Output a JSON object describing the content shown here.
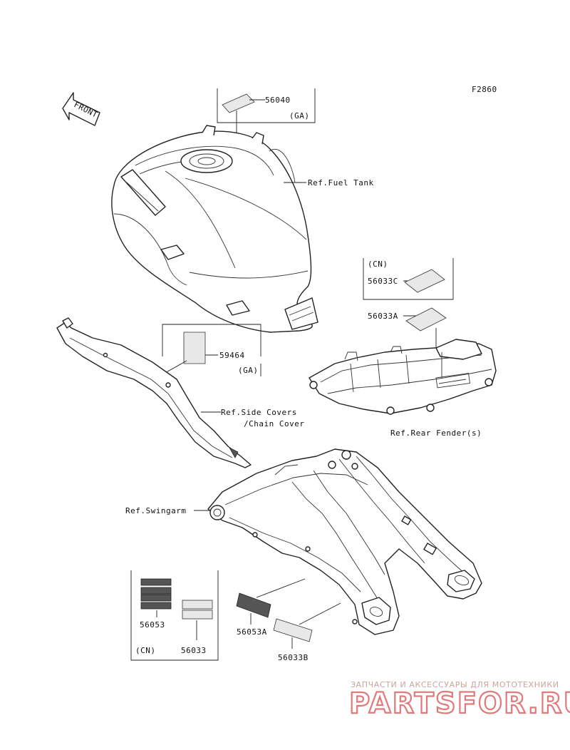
{
  "figure_code": "F2860",
  "front_arrow": "FRONT",
  "labels": {
    "p56040": "56040",
    "ga1": "(GA)",
    "fuel_tank": "Ref.Fuel Tank",
    "cn1": "(CN)",
    "p56033c": "56033C",
    "p56033a": "56033A",
    "p59464": "59464",
    "ga2": "(GA)",
    "side_covers_1": "Ref.Side Covers",
    "side_covers_2": "/Chain Cover",
    "rear_fender": "Ref.Rear Fender(s)",
    "swingarm": "Ref.Swingarm",
    "p56053": "56053",
    "cn2": "(CN)",
    "p56033": "56033",
    "p56053a": "56053A",
    "p56033b": "56033B"
  },
  "watermark": {
    "tagline": "ЗАПЧАСТИ И АКСЕССУАРЫ ДЛЯ МОТОТЕХНИКИ",
    "brand": "PARTSFOR.RU"
  }
}
